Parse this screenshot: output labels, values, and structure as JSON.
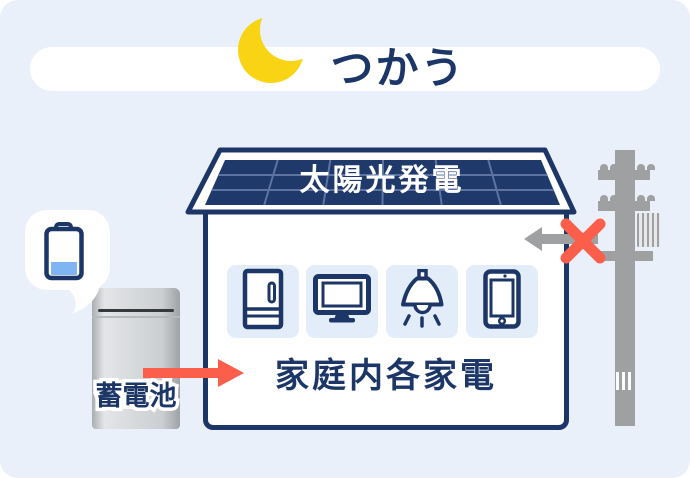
{
  "page": {
    "background_color": "#E9F0FA",
    "outline_color": "#1C3767"
  },
  "header": {
    "title": "つかう",
    "moon_icon": "crescent-moon",
    "moon_color": "#F8D414",
    "bar_color": "#FFFFFF"
  },
  "house": {
    "roof_label": "太陽光発電",
    "panel_color": "#20396B",
    "panel_grid_color": "#5D74A3",
    "appliances_label": "家庭内各家電",
    "appliances": [
      {
        "icon": "refrigerator-icon"
      },
      {
        "icon": "tv-icon"
      },
      {
        "icon": "pendant-light-icon"
      },
      {
        "icon": "smartphone-icon"
      }
    ],
    "tile_color": "#E3EDF9"
  },
  "battery": {
    "label": "蓄電池",
    "status_icon": "battery-low-icon",
    "charge_fill_color": "#7FB5F3",
    "unit_color": "#CFD3D6"
  },
  "grid_power": {
    "pole_icon": "utility-pole-icon",
    "blocked_mark_icon": "x-mark-icon",
    "blocked_color": "#FB5F4B",
    "arrow_color": "#9EA0A2",
    "status": "blocked"
  },
  "flows": {
    "battery_to_house": {
      "direction": "right",
      "color": "#FB5F4B"
    },
    "grid_to_house": {
      "direction": "left",
      "color": "#9EA0A2",
      "blocked": true
    }
  }
}
